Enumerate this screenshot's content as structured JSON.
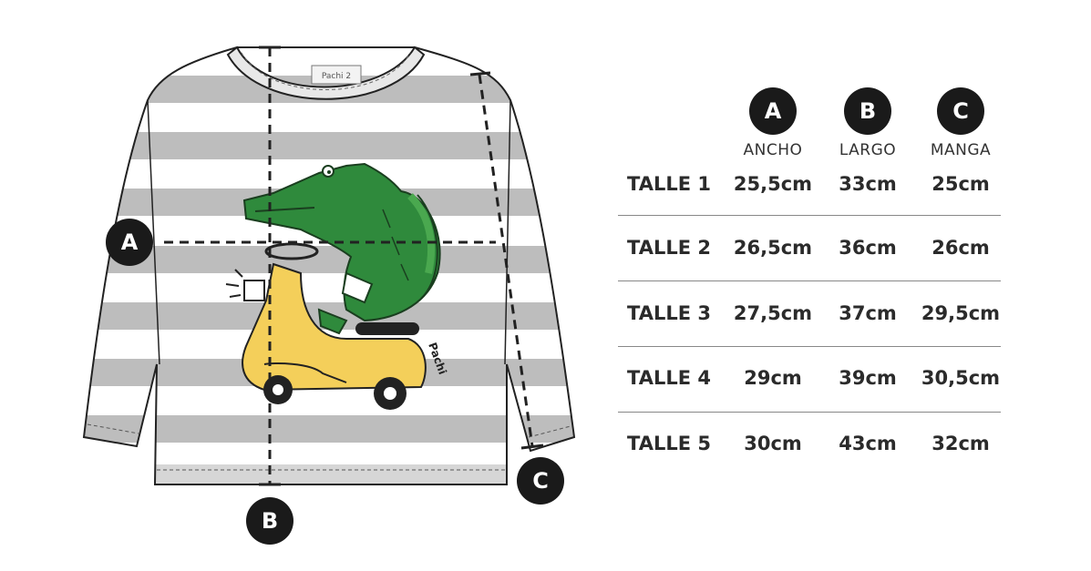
{
  "shirt": {
    "tag_text": "Pachi 2",
    "scooter_brand": "Pachi",
    "marker_a": "A",
    "marker_b": "B",
    "marker_c": "C"
  },
  "table": {
    "columns": [
      {
        "letter": "A",
        "label": "ANCHO"
      },
      {
        "letter": "B",
        "label": "LARGO"
      },
      {
        "letter": "C",
        "label": "MANGA"
      }
    ],
    "rows": [
      {
        "talle": "TALLE 1",
        "ancho": "25,5cm",
        "largo": "33cm",
        "manga": "25cm"
      },
      {
        "talle": "TALLE 2",
        "ancho": "26,5cm",
        "largo": "36cm",
        "manga": "26cm"
      },
      {
        "talle": "TALLE 3",
        "ancho": "27,5cm",
        "largo": "37cm",
        "manga": "29,5cm"
      },
      {
        "talle": "TALLE 4",
        "ancho": "29cm",
        "largo": "39cm",
        "manga": "30,5cm"
      },
      {
        "talle": "TALLE 5",
        "ancho": "30cm",
        "largo": "43cm",
        "manga": "32cm"
      }
    ]
  }
}
